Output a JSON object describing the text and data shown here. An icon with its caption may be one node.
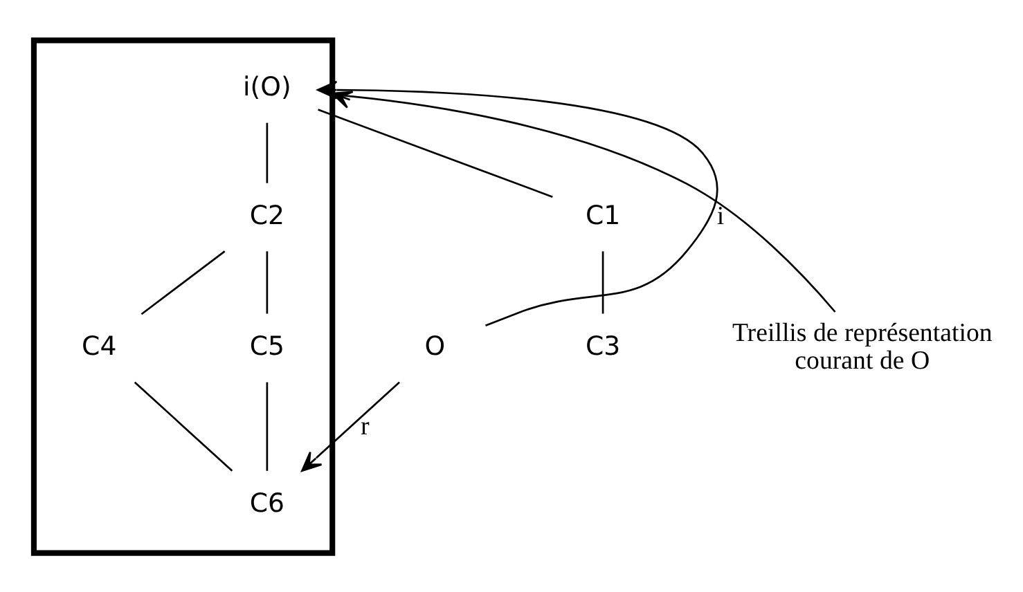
{
  "diagram": {
    "nodes": [
      {
        "text": [],
        "shape": "box"
      },
      {
        "text": [
          "i(O)"
        ],
        "in": 0
      },
      {
        "text": [
          "C1"
        ]
      },
      {
        "text": [
          "C2"
        ],
        "in": 0
      },
      {
        "text": [
          "C3"
        ]
      },
      {
        "text": [
          "C4"
        ],
        "in": 0
      },
      {
        "text": [
          "C5"
        ],
        "in": 0
      },
      {
        "text": [
          "C6"
        ],
        "in": 0
      },
      {
        "text": [
          "Treillis de représentation courant de O"
        ]
      },
      {
        "text": [
          "O"
        ]
      }
    ],
    "edges": [
      {
        "from": 1,
        "to": 2,
        "arrow": "none"
      },
      {
        "from": 1,
        "to": 3,
        "arrow": "none"
      },
      {
        "from": 2,
        "to": 4,
        "arrow": "none"
      },
      {
        "from": 3,
        "to": 5,
        "arrow": "none"
      },
      {
        "from": 3,
        "to": 6,
        "arrow": "none"
      },
      {
        "from": 5,
        "to": 7,
        "arrow": "none"
      },
      {
        "from": 6,
        "to": 7,
        "arrow": "none"
      },
      {
        "from": 8,
        "to": 0,
        "arrow": "to"
      },
      {
        "from": 9,
        "to": 1,
        "arrow": "to",
        "label": "i"
      },
      {
        "from": 9,
        "to": 7,
        "arrow": "to",
        "label": "r"
      }
    ]
  }
}
